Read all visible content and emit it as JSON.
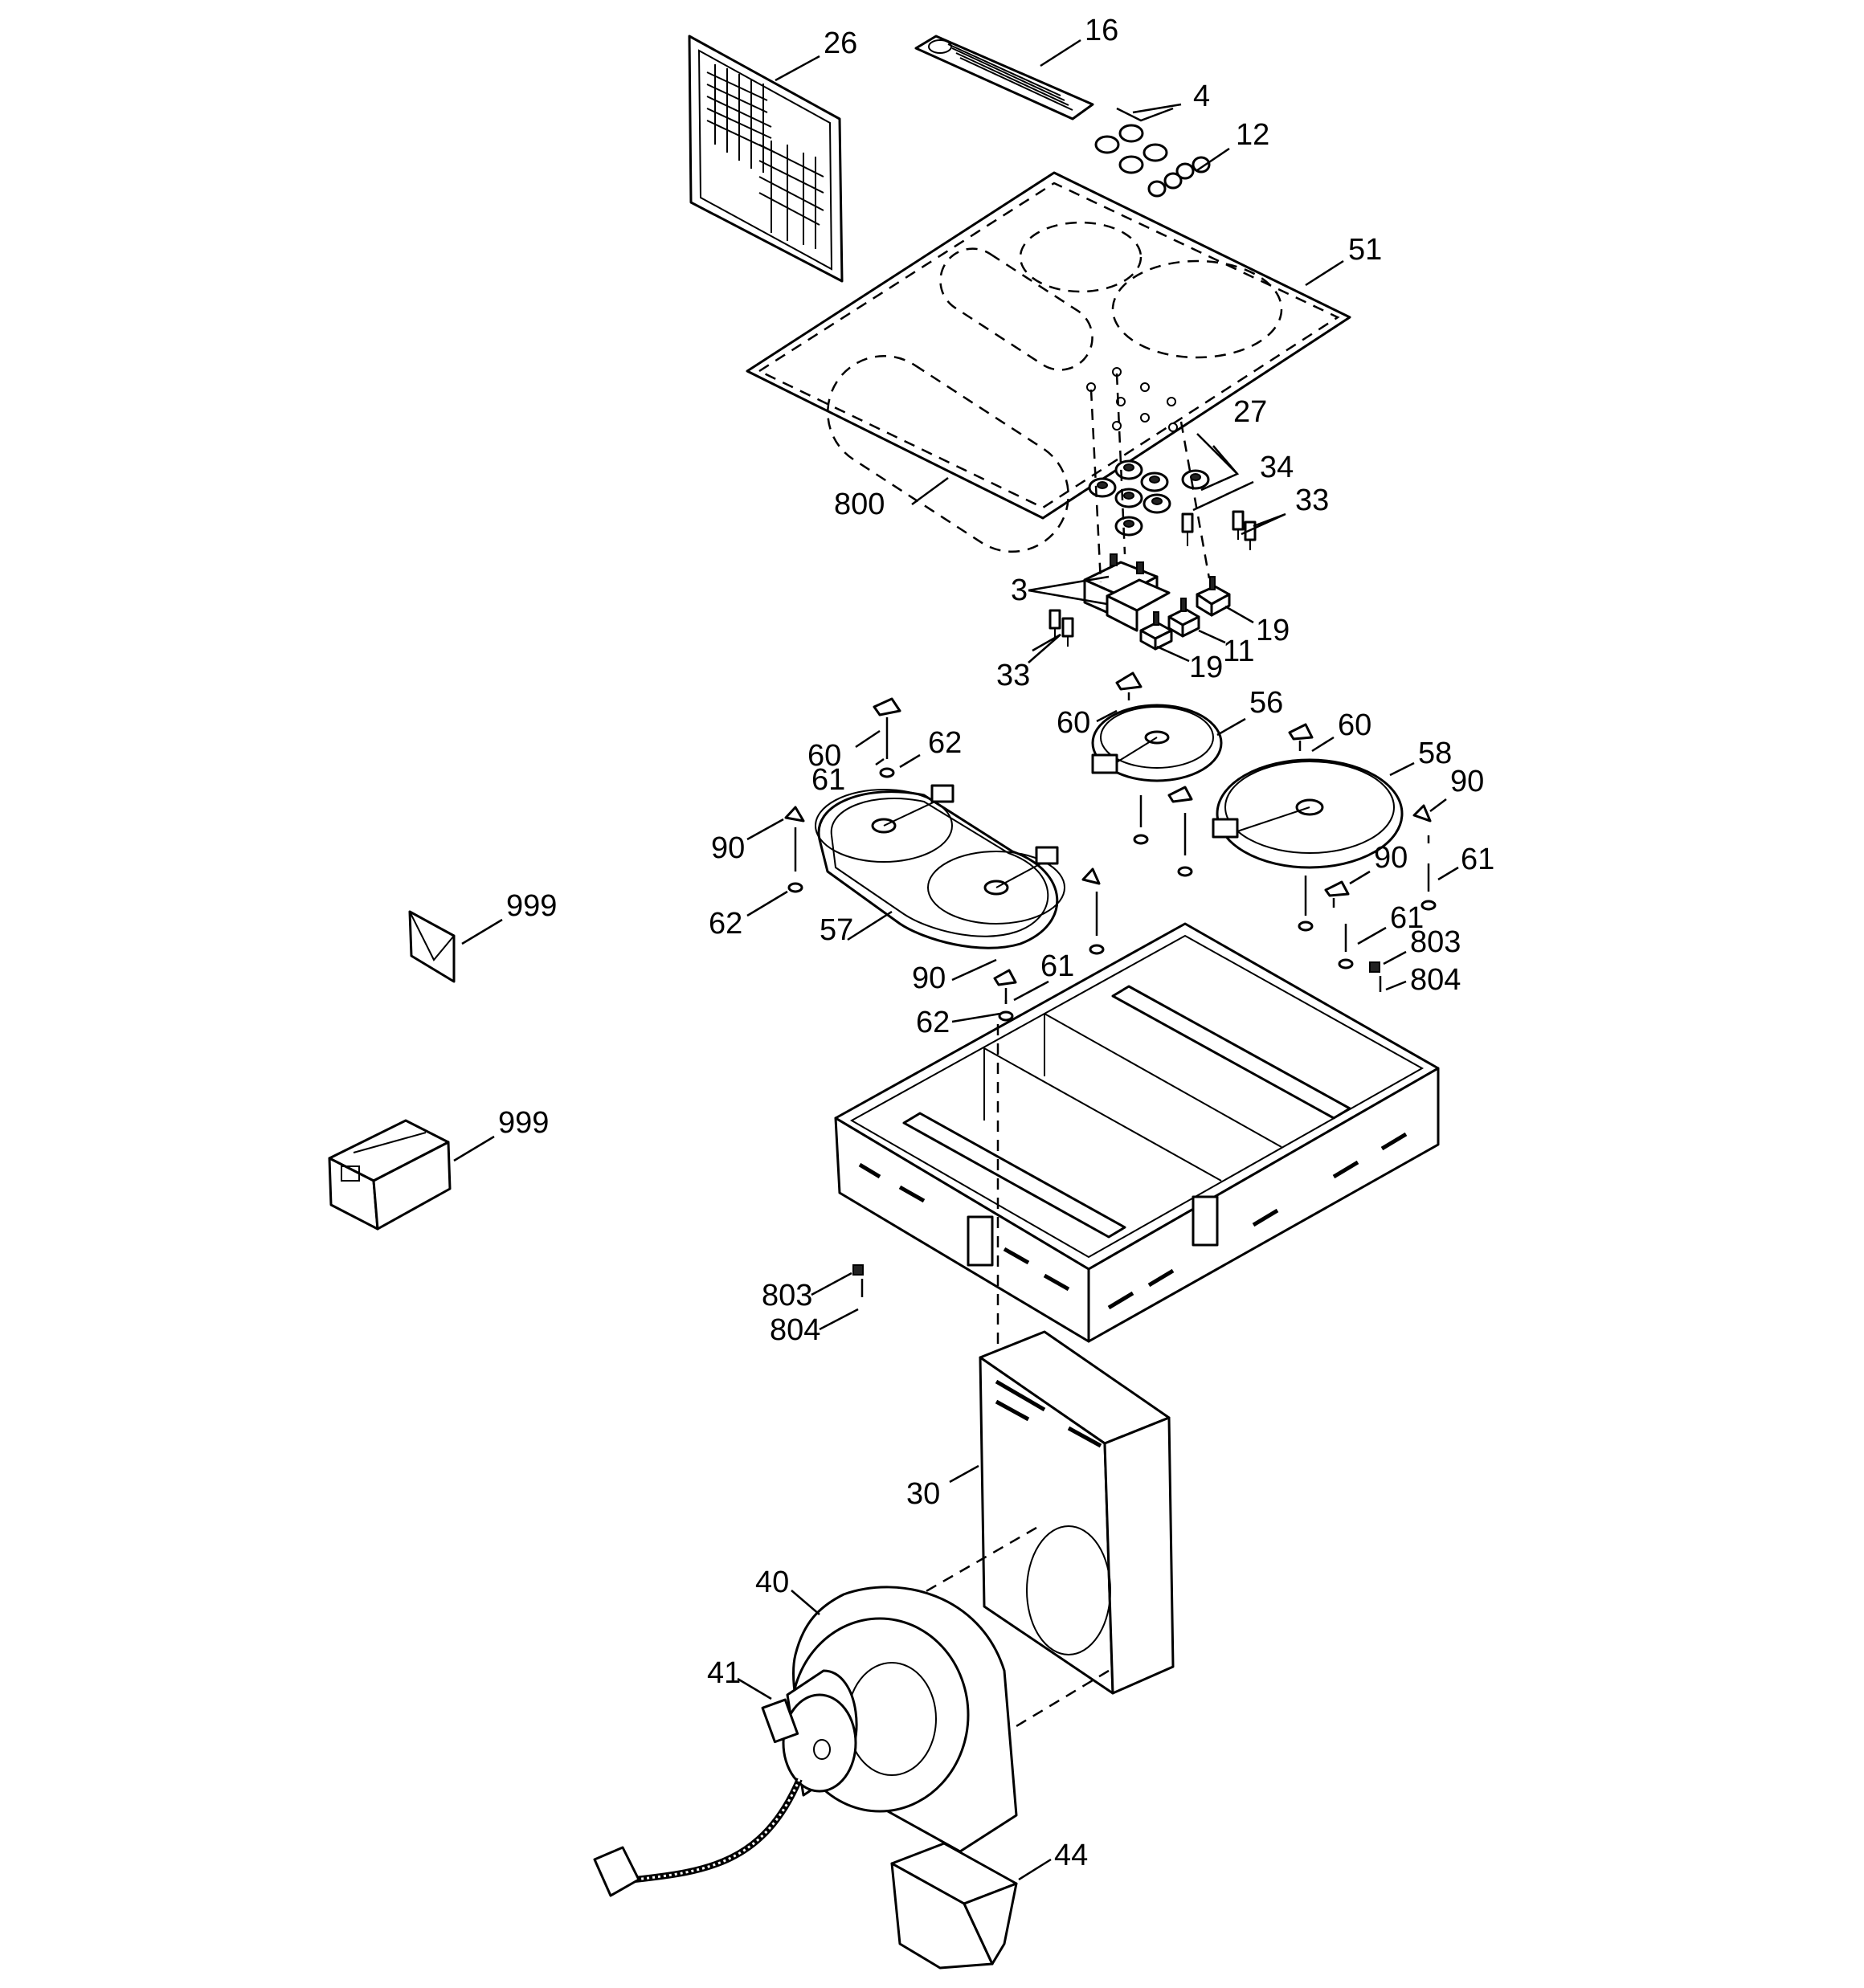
{
  "diagram": {
    "kind": "exploded parts diagram",
    "callouts": {
      "c26": "26",
      "c16": "16",
      "c4": "4",
      "c12": "12",
      "c51": "51",
      "c27": "27",
      "c800": "800",
      "c34": "34",
      "c33a": "33",
      "c33b": "33",
      "c3": "3",
      "c19a": "19",
      "c11": "11",
      "c19b": "19",
      "c60a": "60",
      "c62a": "62",
      "c61a": "61",
      "c56": "56",
      "c60b": "60",
      "c60c": "60",
      "c58": "58",
      "c90a": "90",
      "c90b": "90",
      "c90c": "90",
      "c61b": "61",
      "c62b": "62",
      "c57": "57",
      "c61c": "61",
      "c803a": "803",
      "c804a": "804",
      "c90d": "90",
      "c61d": "61",
      "c62c": "62",
      "c999a": "999",
      "c999b": "999",
      "c803b": "803",
      "c804b": "804",
      "c30": "30",
      "c40": "40",
      "c41": "41",
      "c44": "44"
    }
  }
}
